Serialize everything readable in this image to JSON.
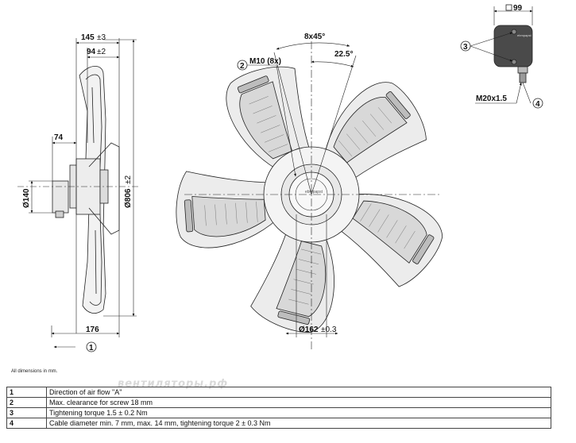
{
  "dimensions": {
    "width_145": "145",
    "tol_145": "±3",
    "width_94": "94",
    "tol_94": "±2",
    "width_74": "74",
    "dia_140": "Ø140",
    "dia_806": "Ø806",
    "tol_806": "±2",
    "width_176": "176",
    "angle_8x45": "8x45°",
    "angle_22_5": "22.5°",
    "thread_m10": "M10 (8x)",
    "dia_162": "Ø162",
    "tol_162": "±0.3",
    "box_99": "99",
    "thread_m20": "M20x1.5"
  },
  "callouts": {
    "c1": "1",
    "c2": "2",
    "c3": "3",
    "c4": "4"
  },
  "logo_text": "ebmpapst",
  "units_note": "All dimensions in mm.",
  "watermark": "вентиляторы.рф",
  "legend": [
    {
      "num": "1",
      "text": "Direction of air flow \"A\""
    },
    {
      "num": "2",
      "text": "Max. clearance for screw 18 mm"
    },
    {
      "num": "3",
      "text": "Tightening torque 1.5 ± 0.2 Nm"
    },
    {
      "num": "4",
      "text": "Cable diameter min. 7 mm, max. 14 mm, tightening torque 2 ± 0.3 Nm"
    }
  ]
}
